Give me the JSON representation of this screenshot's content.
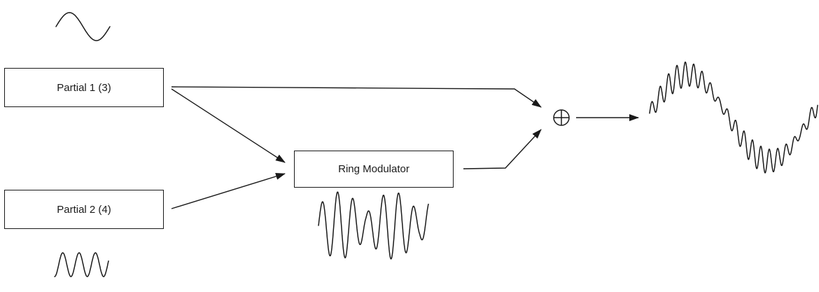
{
  "diagram": {
    "partial1": {
      "label": "Partial 1 (3)"
    },
    "partial2": {
      "label": "Partial 2 (4)"
    },
    "ring_modulator": {
      "label": "Ring Modulator"
    },
    "summing_node": {
      "symbol": "adder"
    },
    "waveforms": {
      "partial1": "sine",
      "partial2": "sine",
      "ring_modulator_output": "amplitude-modulated",
      "final_output": "sum"
    }
  }
}
